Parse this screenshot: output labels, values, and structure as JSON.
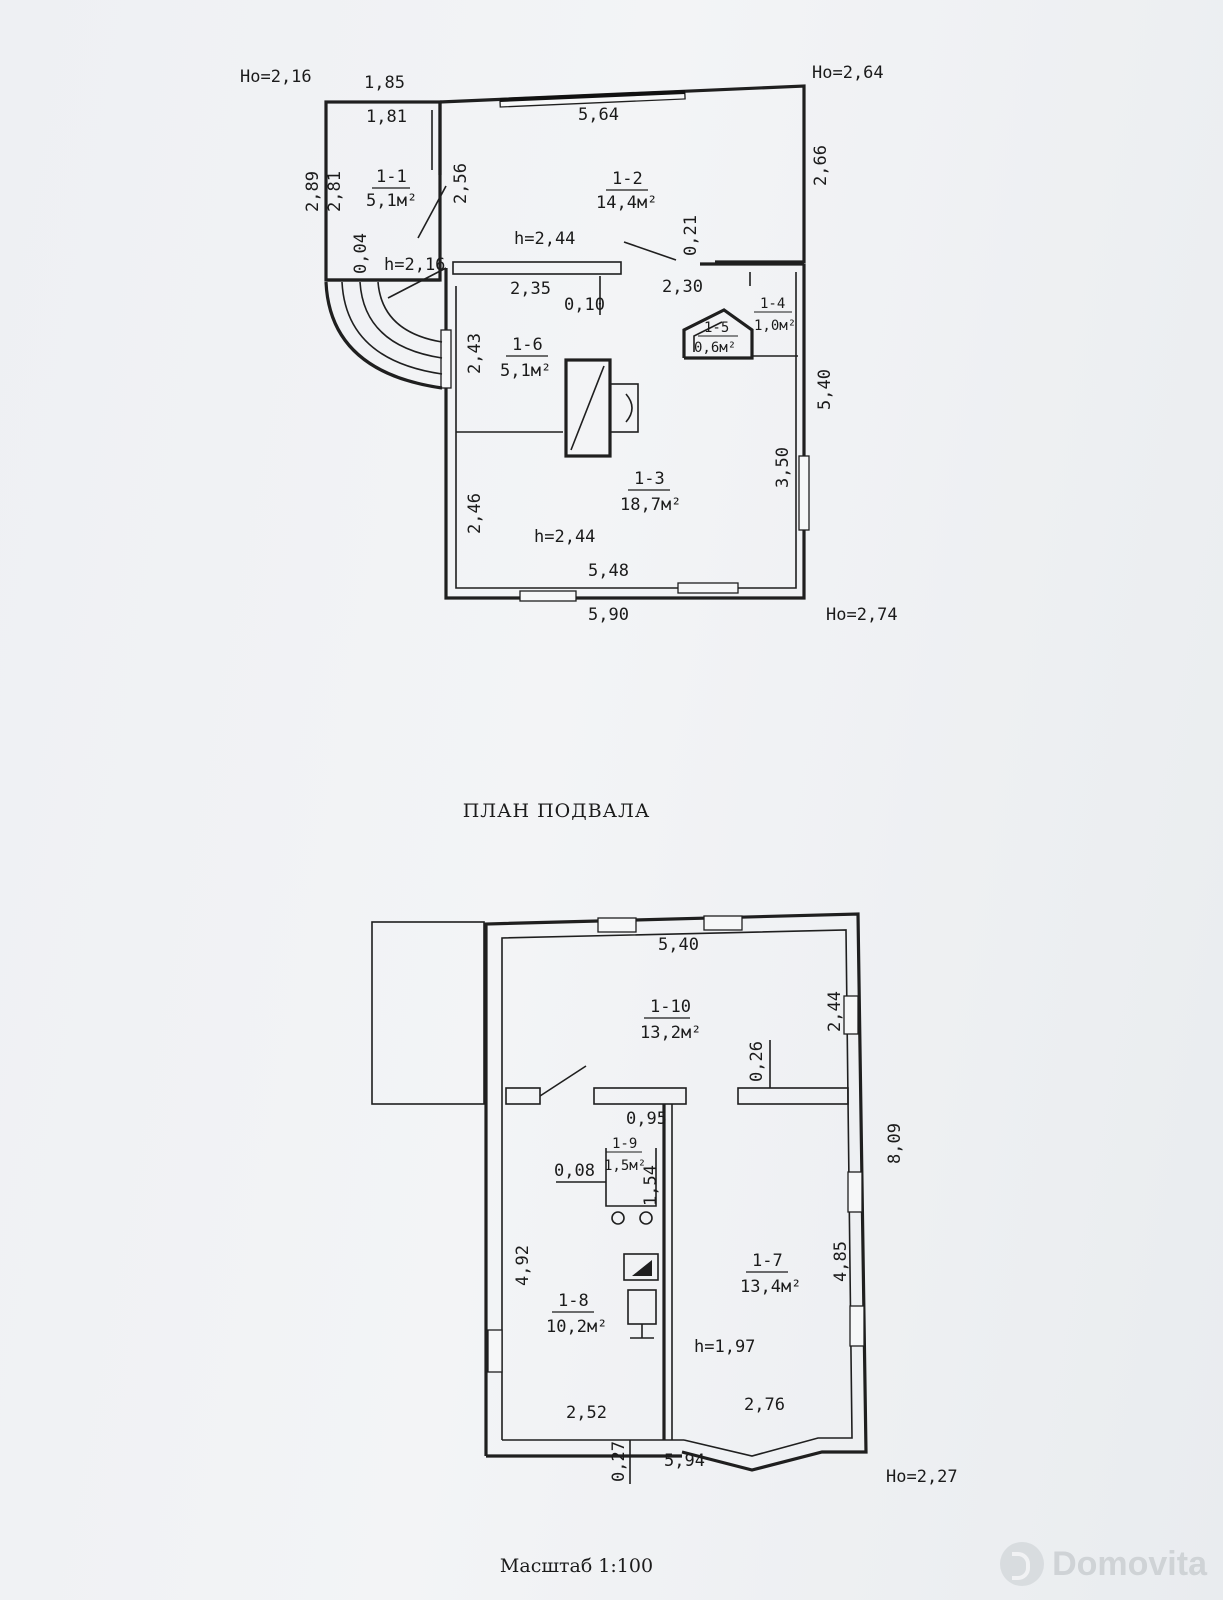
{
  "first_floor": {
    "marks": {
      "h0_top_left": "Ho=2,16",
      "h0_top_right": "Ho=2,64",
      "h0_bottom_right": "Ho=2,74"
    },
    "rooms": [
      {
        "id": "1-1",
        "area": "5,1м²"
      },
      {
        "id": "1-2",
        "area": "14,4м²"
      },
      {
        "id": "1-3",
        "area": "18,7м²"
      },
      {
        "id": "1-4",
        "area": "1,0м²"
      },
      {
        "id": "1-5",
        "area": "0,6м²"
      },
      {
        "id": "1-6",
        "area": "5,1м²"
      }
    ],
    "dimensions": {
      "d_185": "1,85",
      "d_181": "1,81",
      "d_564": "5,64",
      "d_289": "2,89",
      "d_281": "2,81",
      "d_256": "2,56",
      "d_266": "2,66",
      "d_004": "0,04",
      "d_021": "0,21",
      "d_235": "2,35",
      "d_010": "0,10",
      "d_230": "2,30",
      "d_243": "2,43",
      "d_540": "5,40",
      "d_350": "3,50",
      "d_246": "2,46",
      "d_548": "5,48",
      "d_590": "5,90"
    },
    "heights": {
      "h_1": "h=2,16",
      "h_2": "h=2,44",
      "h_3": "h=2,44"
    }
  },
  "basement": {
    "title": "ПЛАН ПОДВАЛА",
    "rooms": [
      {
        "id": "1-10",
        "area": "13,2м²"
      },
      {
        "id": "1-9",
        "area": "1,5м²"
      },
      {
        "id": "1-8",
        "area": "10,2м²"
      },
      {
        "id": "1-7",
        "area": "13,4м²"
      }
    ],
    "dimensions": {
      "d_540": "5,40",
      "d_244": "2,44",
      "d_026": "0,26",
      "d_809": "8,09",
      "d_095": "0,95",
      "d_008": "0,08",
      "d_154": "1,54",
      "d_492": "4,92",
      "d_485": "4,85",
      "d_252": "2,52",
      "d_276": "2,76",
      "d_027": "0,27",
      "d_594": "5,94"
    },
    "heights": {
      "h_1": "h=1,97"
    },
    "marks": {
      "h0_bottom_right": "Ho=2,27"
    }
  },
  "scale": "Масштаб 1:100",
  "watermark": "Domovita"
}
